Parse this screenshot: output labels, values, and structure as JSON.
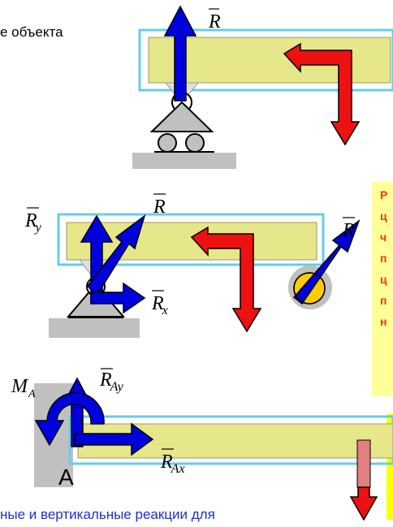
{
  "caption_top": "е объекта",
  "caption_bottom": "ные и вертикальные реакции для",
  "note_lines": [
    "Р",
    "ц",
    "ч",
    "п",
    "ц",
    "п",
    "н"
  ],
  "labels": {
    "r_top": "R",
    "r_y": "R",
    "r_y_sub": "y",
    "r_mid": "R",
    "r_x": "R",
    "r_x_sub": "x",
    "r_right": "R",
    "m_a": "M",
    "m_a_sub": "A",
    "r_ay": "R",
    "r_ay_sub": "Ay",
    "r_ax": "R",
    "r_ax_sub": "Ax",
    "point_a": "A"
  },
  "colors": {
    "beam_fill": "#e6e68a",
    "beam_outline": "#66ccee",
    "reaction_arrow": "#0000dd",
    "load_arrow": "#ee1111",
    "support_gray": "#c0c0c0",
    "hinge_yellow": "#ffcc00"
  }
}
